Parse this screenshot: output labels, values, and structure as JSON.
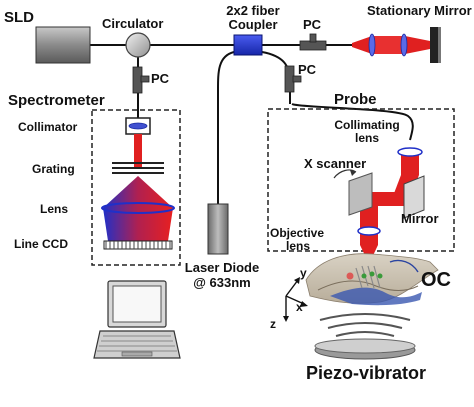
{
  "labels": {
    "sld": "SLD",
    "circulator": "Circulator",
    "coupler_line1": "2x2 fiber",
    "coupler_line2": "Coupler",
    "pc_top": "PC",
    "pc_left": "PC",
    "pc_mid": "PC",
    "stationary_mirror": "Stationary Mirror",
    "spectrometer": "Spectrometer",
    "collimator": "Collimator",
    "grating": "Grating",
    "lens": "Lens",
    "line_ccd": "Line CCD",
    "probe": "Probe",
    "collimating_line1": "Collimating",
    "collimating_line2": "lens",
    "x_scanner": "X scanner",
    "mirror": "Mirror",
    "objective_line1": "Objective",
    "objective_line2": "lens",
    "laser_line1": "Laser Diode",
    "laser_line2": "@ 633nm",
    "oc": "OC",
    "axis_y": "y",
    "axis_x": "x",
    "axis_z": "z",
    "piezo": "Piezo-vibrator"
  },
  "colors": {
    "beam_red": "#e02020",
    "beam_blue": "#3040c0",
    "fiber": "#111111",
    "panel_dash": "#222222"
  },
  "icons": [
    "sld-source-icon",
    "circulator-icon",
    "coupler-icon",
    "polarization-controller-icon",
    "stationary-mirror-icon",
    "laser-diode-icon",
    "computer-icon",
    "scanner-mirror-icon",
    "cochlea-sample-icon",
    "piezo-vibrator-icon"
  ]
}
